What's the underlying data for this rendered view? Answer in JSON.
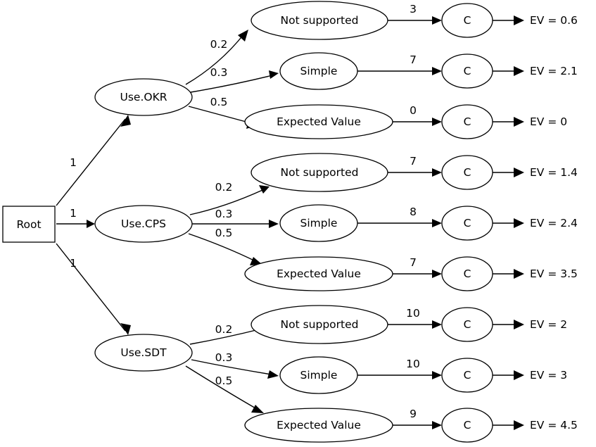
{
  "diagram": {
    "type": "decision-tree",
    "root": {
      "id": "root",
      "label": "Root",
      "shape": "rectangle"
    },
    "decision_nodes": [
      {
        "id": "okr",
        "label": "Use.OKR",
        "shape": "ellipse",
        "edge_from_root_label": "1"
      },
      {
        "id": "cps",
        "label": "Use.CPS",
        "shape": "ellipse",
        "edge_from_root_label": "1"
      },
      {
        "id": "sdt",
        "label": "Use.SDT",
        "shape": "ellipse",
        "edge_from_root_label": "1"
      }
    ],
    "chance_node_label": "C",
    "branches": [
      {
        "parent": "okr",
        "outcomes": [
          {
            "label": "Not supported",
            "probability": "0.2",
            "payoff": "3",
            "chance": "C",
            "ev": "EV = 0.6"
          },
          {
            "label": "Simple",
            "probability": "0.3",
            "payoff": "7",
            "chance": "C",
            "ev": "EV = 2.1"
          },
          {
            "label": "Expected Value",
            "probability": "0.5",
            "payoff": "0",
            "chance": "C",
            "ev": "EV = 0"
          }
        ]
      },
      {
        "parent": "cps",
        "outcomes": [
          {
            "label": "Not supported",
            "probability": "0.2",
            "payoff": "7",
            "chance": "C",
            "ev": "EV = 1.4"
          },
          {
            "label": "Simple",
            "probability": "0.3",
            "payoff": "8",
            "chance": "C",
            "ev": "EV = 2.4"
          },
          {
            "label": "Expected Value",
            "probability": "0.5",
            "payoff": "7",
            "chance": "C",
            "ev": "EV = 3.5"
          }
        ]
      },
      {
        "parent": "sdt",
        "outcomes": [
          {
            "label": "Not supported",
            "probability": "0.2",
            "payoff": "10",
            "chance": "C",
            "ev": "EV = 2"
          },
          {
            "label": "Simple",
            "probability": "0.3",
            "payoff": "10",
            "chance": "C",
            "ev": "EV = 3"
          },
          {
            "label": "Expected Value",
            "probability": "0.5",
            "payoff": "9",
            "chance": "C",
            "ev": "EV = 4.5"
          }
        ]
      }
    ],
    "colors": {
      "background": "#ffffff",
      "stroke": "#000000",
      "text": "#000000",
      "node_fill": "#ffffff"
    }
  }
}
